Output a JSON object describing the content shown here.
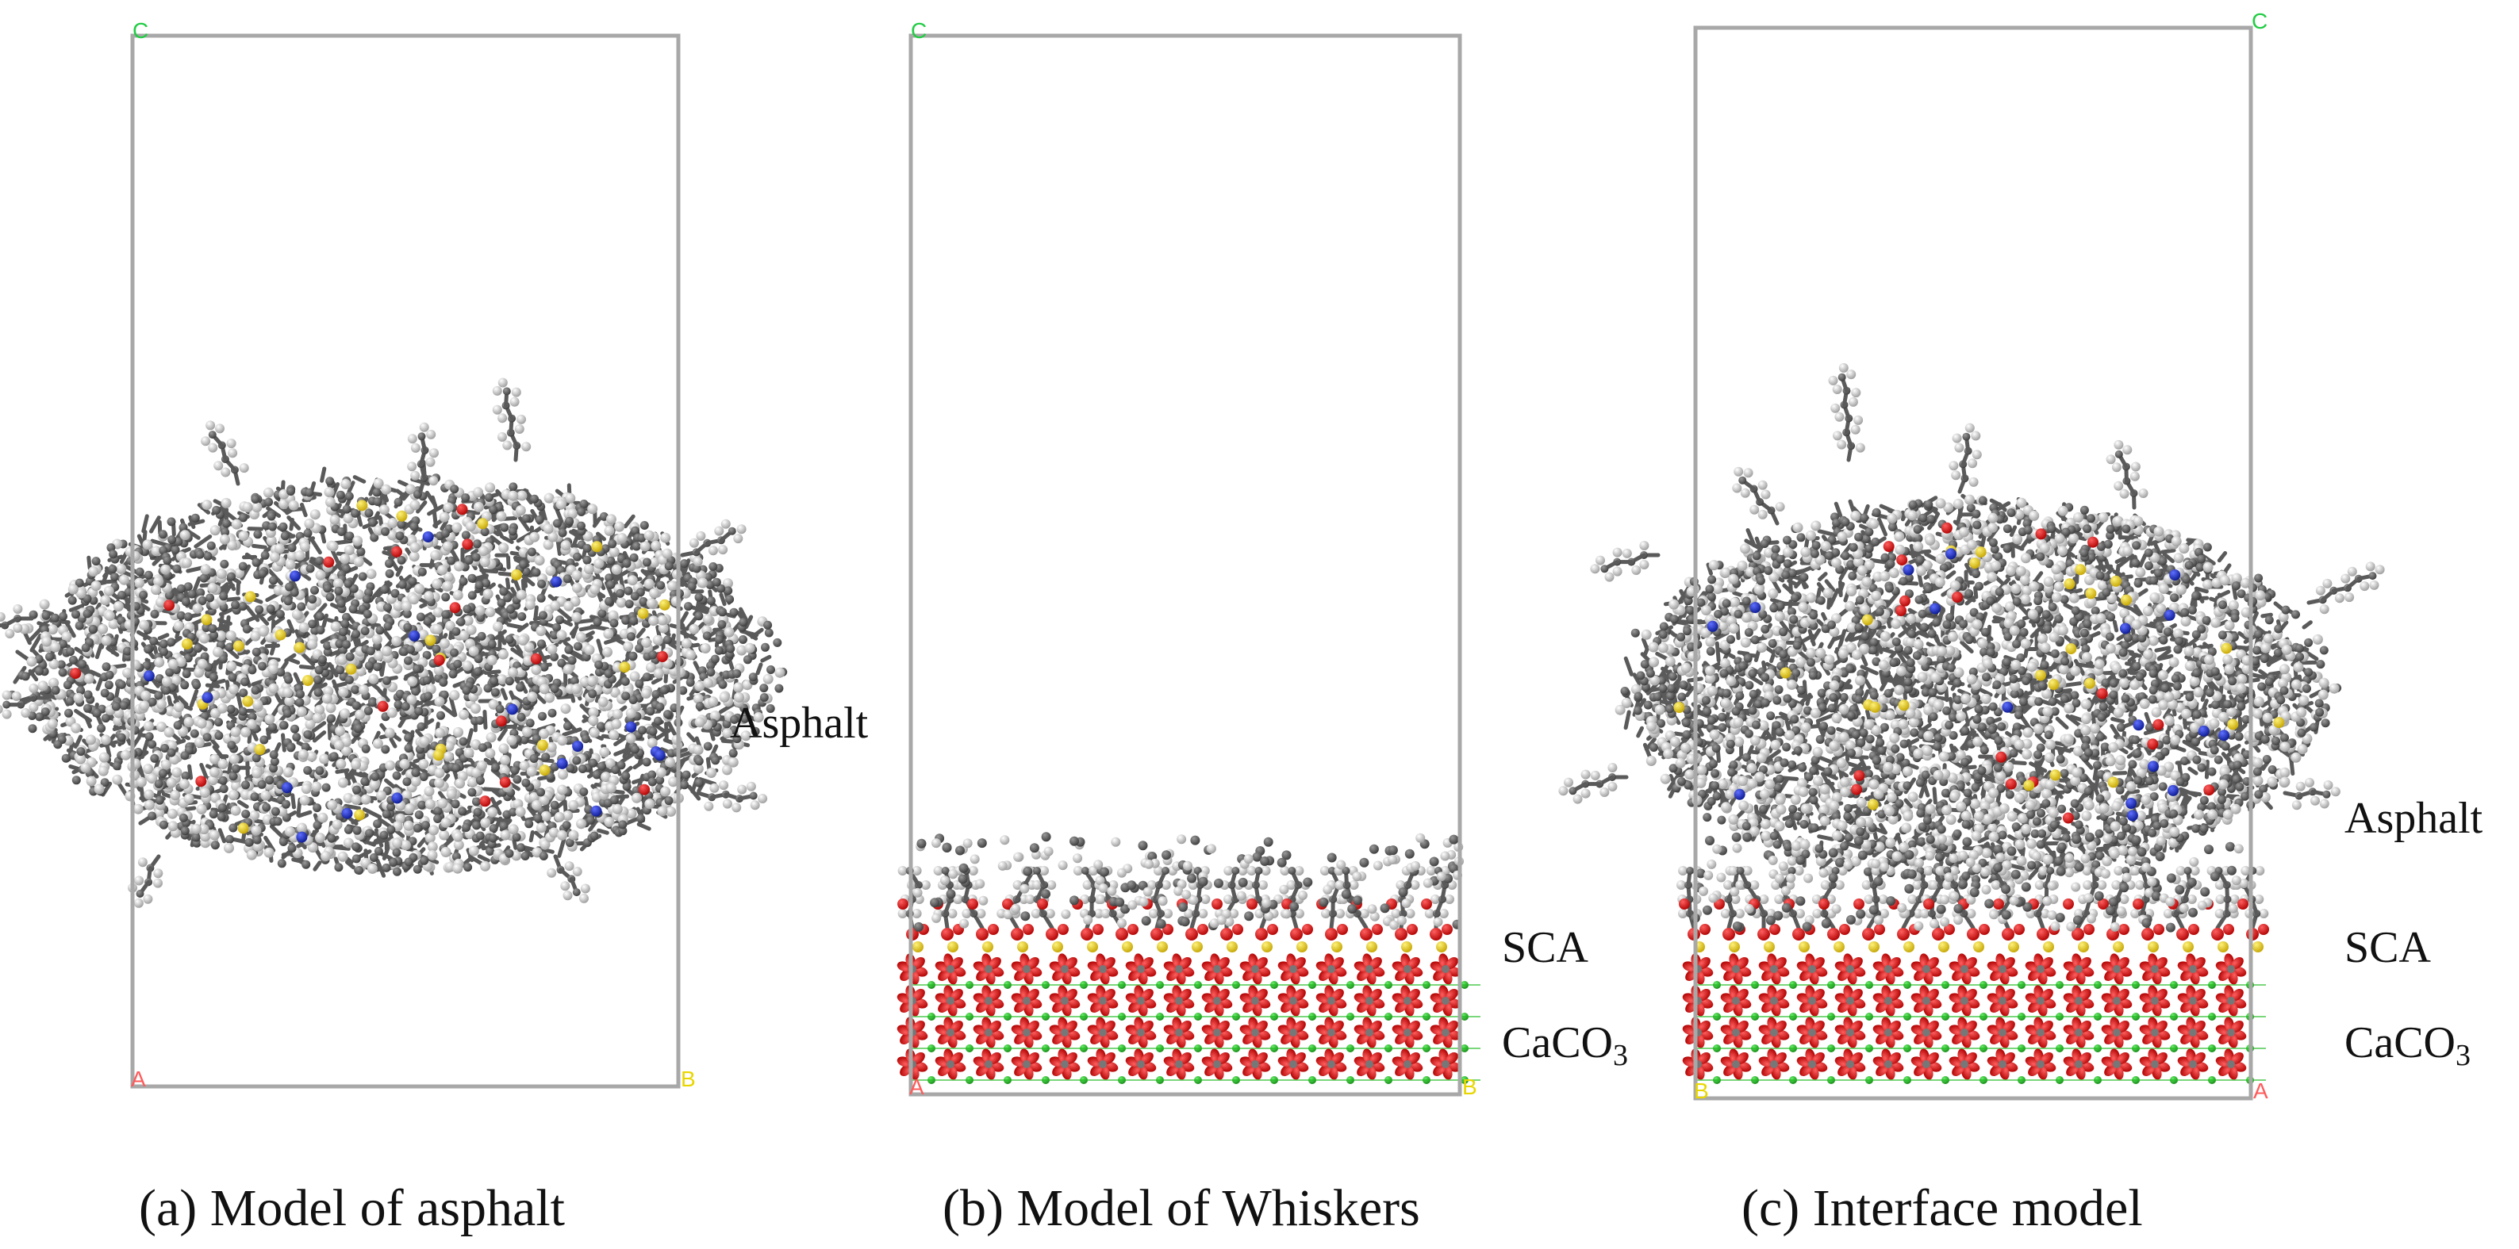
{
  "panels": [
    {
      "caption": "(a) Model of asphalt",
      "axis_labels": {
        "top": "C",
        "bottom_left": "A",
        "bottom_right": "B"
      },
      "layers": [
        {
          "label": "Asphalt"
        }
      ]
    },
    {
      "caption": "(b) Model of Whiskers",
      "axis_labels": {
        "top": "C",
        "bottom_left": "A",
        "bottom_right": "B"
      },
      "layers": [
        {
          "label": "SCA"
        },
        {
          "label": "CaCO",
          "subscript": "3"
        }
      ]
    },
    {
      "caption": "(c) Interface model",
      "axis_labels": {
        "top": "C",
        "bottom_left": "B",
        "bottom_right": "A"
      },
      "layers": [
        {
          "label": "Asphalt"
        },
        {
          "label": "SCA"
        },
        {
          "label": "CaCO",
          "subscript": "3"
        }
      ]
    }
  ],
  "colors": {
    "cell_border": "#a8a8a8",
    "axis_c": "#22cc44",
    "axis_a": "#ff5a5a",
    "axis_b": "#e8d600",
    "carbon": "#5a5a5a",
    "hydrogen": "#f0f0f0",
    "oxygen": "#e01010",
    "nitrogen": "#1a2ec8",
    "sulfur": "#f2d21a",
    "calcium": "#22bb22",
    "ca_carbon": "#777777"
  }
}
